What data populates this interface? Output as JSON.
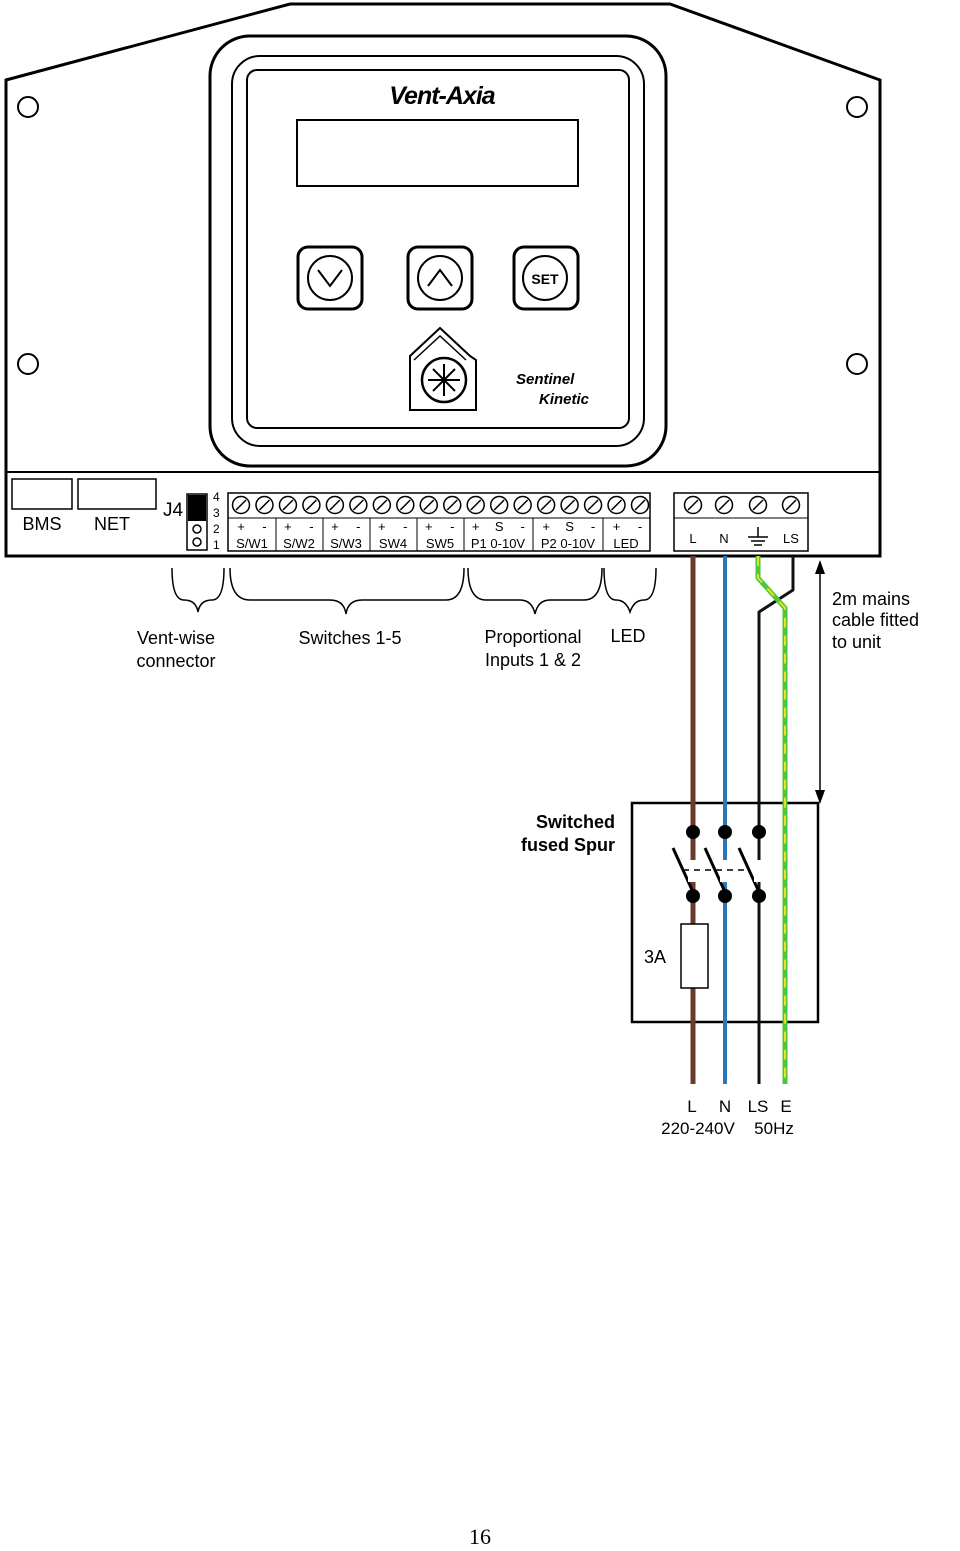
{
  "brand": "Vent-Axia",
  "product": {
    "line1": "Sentinel",
    "line2": "Kinetic"
  },
  "buttons": {
    "down": "﹀",
    "up": "︿",
    "set": "SET"
  },
  "ports": {
    "bms": "BMS",
    "net": "NET"
  },
  "jumper": {
    "label": "J4",
    "pins": [
      "4",
      "3",
      "2",
      "1"
    ]
  },
  "terminal_block": {
    "signs": [
      "+",
      "-",
      "+",
      "-",
      "+",
      "-",
      "+",
      "-",
      "+",
      "-",
      "+",
      "S",
      "-",
      "+",
      "S",
      "-",
      "+",
      "-"
    ],
    "groups": [
      "S/W1",
      "S/W2",
      "S/W3",
      "SW4",
      "SW5",
      "P1 0-10V",
      "P2 0-10V",
      "LED"
    ]
  },
  "mains_block": {
    "labels": [
      "L",
      "N",
      "LS"
    ]
  },
  "callouts": {
    "ventwise": [
      "Vent-wise",
      "connector"
    ],
    "switches": "Switches 1-5",
    "proportional": [
      "Proportional",
      "Inputs 1 & 2"
    ],
    "led": "LED",
    "cable": [
      "2m mains",
      "cable fitted",
      "to unit"
    ]
  },
  "spur": {
    "title": [
      "Switched",
      "fused Spur"
    ],
    "fuse": "3A"
  },
  "supply": {
    "terminals": [
      "L",
      "N",
      "LS",
      "E"
    ],
    "voltage": "220-240V",
    "frequency": "50Hz"
  },
  "wire_colors": {
    "live": "#6b3a2a",
    "neutral": "#2a78b8",
    "switched_live": "#111111",
    "earth_green": "#4cc63a",
    "earth_yellow": "#e8e020"
  },
  "page_number": "16"
}
